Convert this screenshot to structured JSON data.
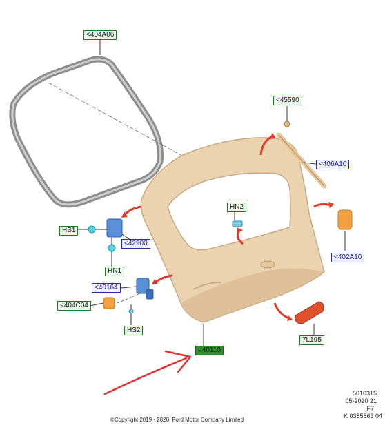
{
  "callouts": {
    "weatherstrip": "<404A06",
    "gas_strut_ballstud": "<45590",
    "gas_strut": "<406A10",
    "bumper": "<402A10",
    "hn2": "HN2",
    "hs1": "HS1",
    "latch": "<42900",
    "hn1": "HN1",
    "handle_switch": "<40164",
    "handle_light": "<404C04",
    "hs2": "HS2",
    "liftgate": "<40110",
    "high_mount_lamp": "7L195"
  },
  "footer": {
    "code1": "5010315",
    "code2": "05-2020 21",
    "code3": "F7",
    "code4": "K 0385563 04",
    "copyright": "©Copyright 2019 - 2020, Ford Motor Company Limited"
  },
  "colors": {
    "panel": "#ecd3b0",
    "panel_shade": "#d9b98f",
    "seal": "#9a9a9a",
    "arrow_red": "#e23a2a",
    "part_blue": "#5b8fd6",
    "part_orange": "#f0a040",
    "lamp_red": "#e0502a",
    "annotation_red": "#e03030"
  }
}
